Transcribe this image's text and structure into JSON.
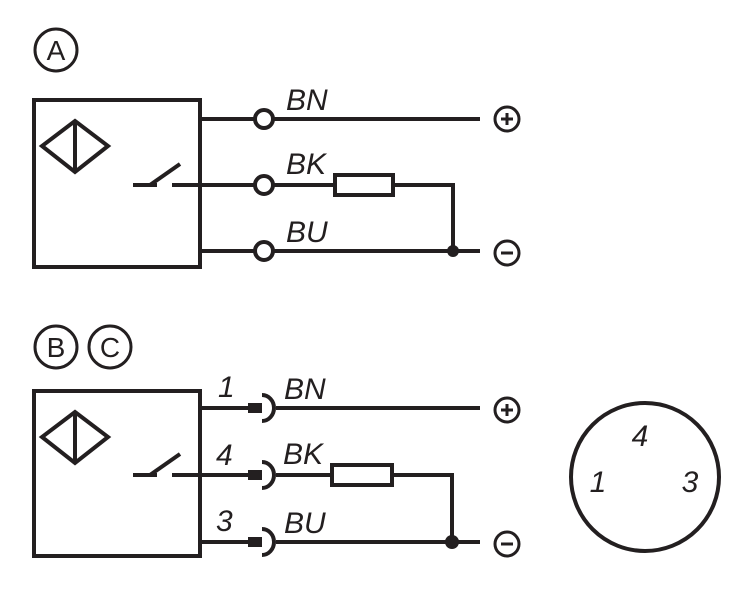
{
  "section_a": {
    "badge": "A",
    "wires": [
      {
        "color": "BN",
        "terminal": "+"
      },
      {
        "color": "BK"
      },
      {
        "color": "BU",
        "terminal": "−"
      }
    ]
  },
  "section_bc": {
    "badges": [
      "B",
      "C"
    ],
    "wires": [
      {
        "pin": "1",
        "color": "BN",
        "terminal": "+"
      },
      {
        "pin": "4",
        "color": "BK"
      },
      {
        "pin": "3",
        "color": "BU",
        "terminal": "−"
      }
    ]
  },
  "connector": {
    "pins": [
      "4",
      "1",
      "3"
    ]
  },
  "colors": {
    "ink": "#231f20",
    "background": "#ffffff"
  }
}
